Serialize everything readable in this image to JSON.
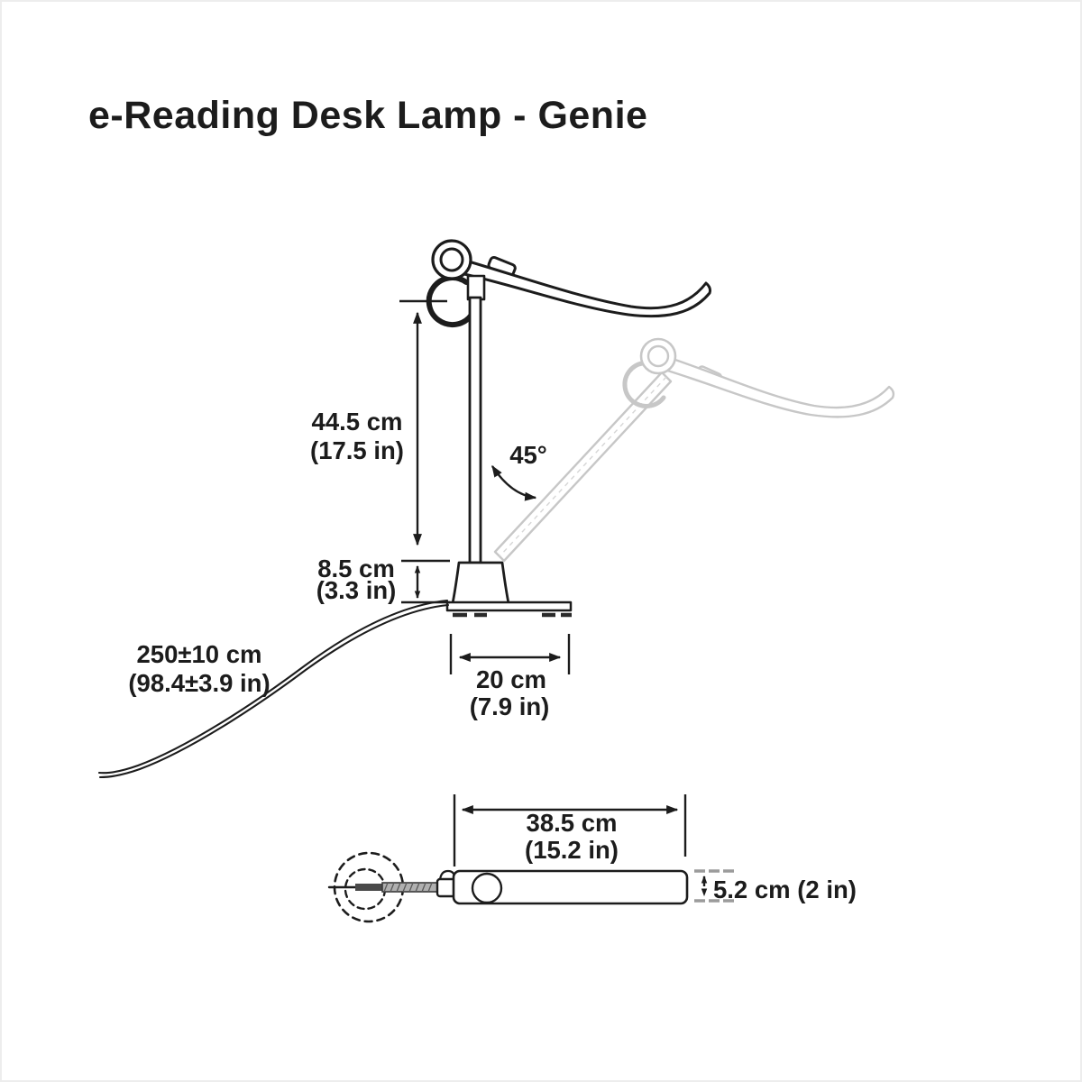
{
  "title": "e-Reading Desk Lamp - Genie",
  "colors": {
    "ink": "#1c1c1c",
    "ghost_lamp": "#c7c7c7",
    "dim_gray": "#9b9b9b",
    "background": "#ffffff"
  },
  "side_view": {
    "pole_height_metric": "44.5 cm",
    "pole_height_imperial": "(17.5 in)",
    "base_height_metric": "8.5 cm",
    "base_height_imperial": "(3.3 in)",
    "tilt_angle": "45°",
    "cord_length_metric": "250±10 cm",
    "cord_length_imperial": "(98.4±3.9 in)",
    "base_width_metric": "20 cm",
    "base_width_imperial": "(7.9 in)"
  },
  "top_view": {
    "head_length_metric": "38.5 cm",
    "head_length_imperial": "(15.2 in)",
    "head_height": "5.2 cm (2 in)"
  }
}
